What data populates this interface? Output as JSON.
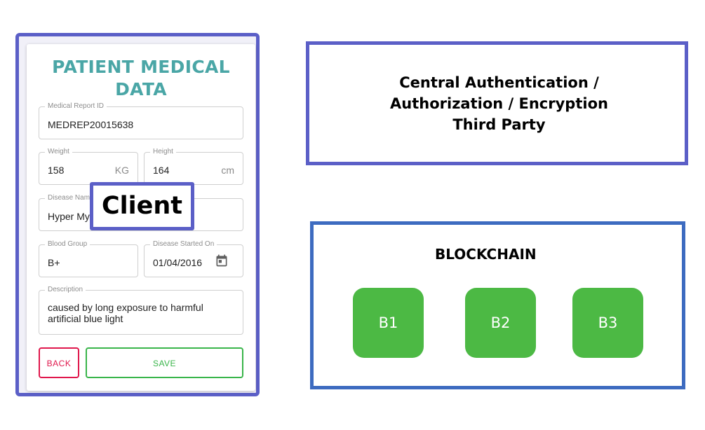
{
  "client_form": {
    "title": "PATIENT MEDICAL\nDATA",
    "fields": {
      "report_id": {
        "label": "Medical Report ID",
        "value": "MEDREP20015638"
      },
      "weight": {
        "label": "Weight",
        "value": "158",
        "unit": "KG"
      },
      "height": {
        "label": "Height",
        "value": "164",
        "unit": "cm"
      },
      "disease_name": {
        "label": "Disease Name",
        "value": "Hyper Myopia"
      },
      "blood_group": {
        "label": "Blood Group",
        "value": "B+"
      },
      "disease_started": {
        "label": "Disease Started On",
        "value": "01/04/2016"
      },
      "description": {
        "label": "Description",
        "value": "caused by long exposure to harmful\nartificial blue light"
      }
    },
    "buttons": {
      "back": "BACK",
      "save": "SAVE"
    },
    "icons": {
      "date": "calendar-icon"
    }
  },
  "client_label": "Client",
  "auth_box": {
    "text": "Central Authentication /\nAuthorization / Encryption\nThird Party"
  },
  "blockchain": {
    "title": "BLOCKCHAIN",
    "blocks": [
      "B1",
      "B2",
      "B3"
    ]
  },
  "colors": {
    "frame": "#5b5fc7",
    "blockchain_frame": "#3d6bc0",
    "block_fill": "#4cb944",
    "title_teal": "#4aa6a6",
    "back_red": "#e0174c",
    "save_green": "#39b54a"
  }
}
